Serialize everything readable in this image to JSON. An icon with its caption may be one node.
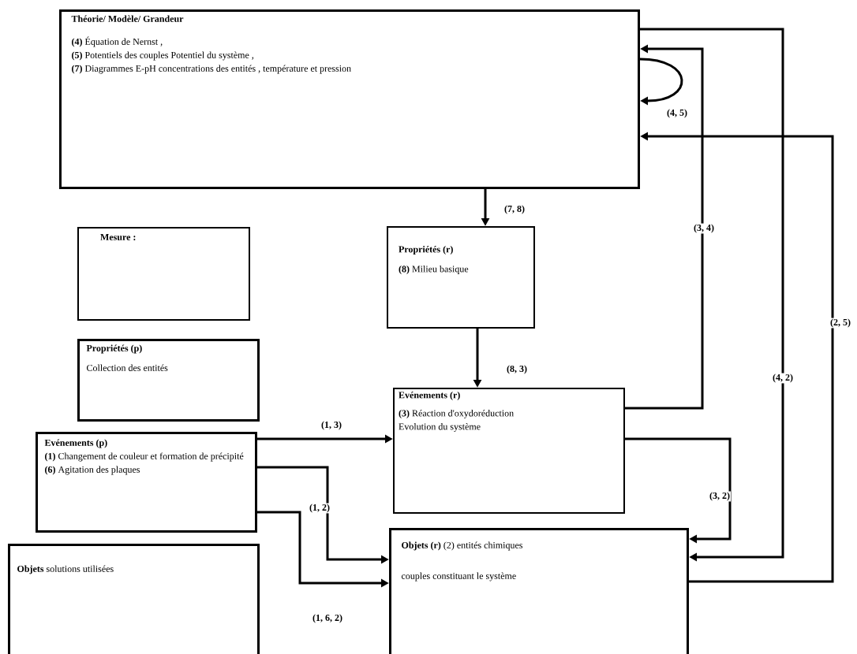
{
  "diagram": {
    "nodes": [
      {
        "text": [
          "Théorie/ Modèle/ Grandeur",
          "**(4)** Équation de Nernst ,",
          "**(5)** Potentiels des couples Potentiel du système ,",
          "**(7)** Diagrammes E-pH concentrations des entités , température et pression"
        ]
      },
      {
        "text": [
          "Mesure :"
        ]
      },
      {
        "text": [
          "Propriétés (r)",
          "**(8)** Milieu basique"
        ]
      },
      {
        "text": [
          "Propriétés (p)",
          "Collection des entités"
        ]
      },
      {
        "text": [
          "Evénements (r)",
          "**(3)** Réaction d'oxydoréduction",
          "Evolution du système"
        ]
      },
      {
        "text": [
          "Evénements (p)",
          "**(1)** Changement de couleur et formation de précipité",
          "**(6)** Agitation des plaques"
        ]
      },
      {
        "text": [
          "**Objets** solutions utilisées"
        ]
      },
      {
        "text": [
          "**Objets (r)** (2) entités chimiques",
          "couples constituant le système"
        ]
      }
    ],
    "edges": [
      {
        "from": 0,
        "to": 0,
        "arrow": "to",
        "label": "(4, 5)"
      },
      {
        "from": 0,
        "to": 2,
        "arrow": "to",
        "label": "(7, 8)"
      },
      {
        "from": 2,
        "to": 4,
        "arrow": "to",
        "label": "(8, 3)"
      },
      {
        "from": 4,
        "to": 0,
        "arrow": "to",
        "label": "(3, 4)"
      },
      {
        "from": 5,
        "to": 4,
        "arrow": "to",
        "label": "(1, 3)"
      },
      {
        "from": 5,
        "to": 7,
        "arrow": "to",
        "label": "(1, 2)"
      },
      {
        "from": 5,
        "to": 7,
        "arrow": "to",
        "label": "(1, 6, 2)"
      },
      {
        "from": 4,
        "to": 7,
        "arrow": "to",
        "label": "(3, 2)"
      },
      {
        "from": 0,
        "to": 7,
        "arrow": "to",
        "label": "(4, 2)"
      },
      {
        "from": 7,
        "to": 0,
        "arrow": "to",
        "label": "(2, 5)"
      }
    ]
  }
}
